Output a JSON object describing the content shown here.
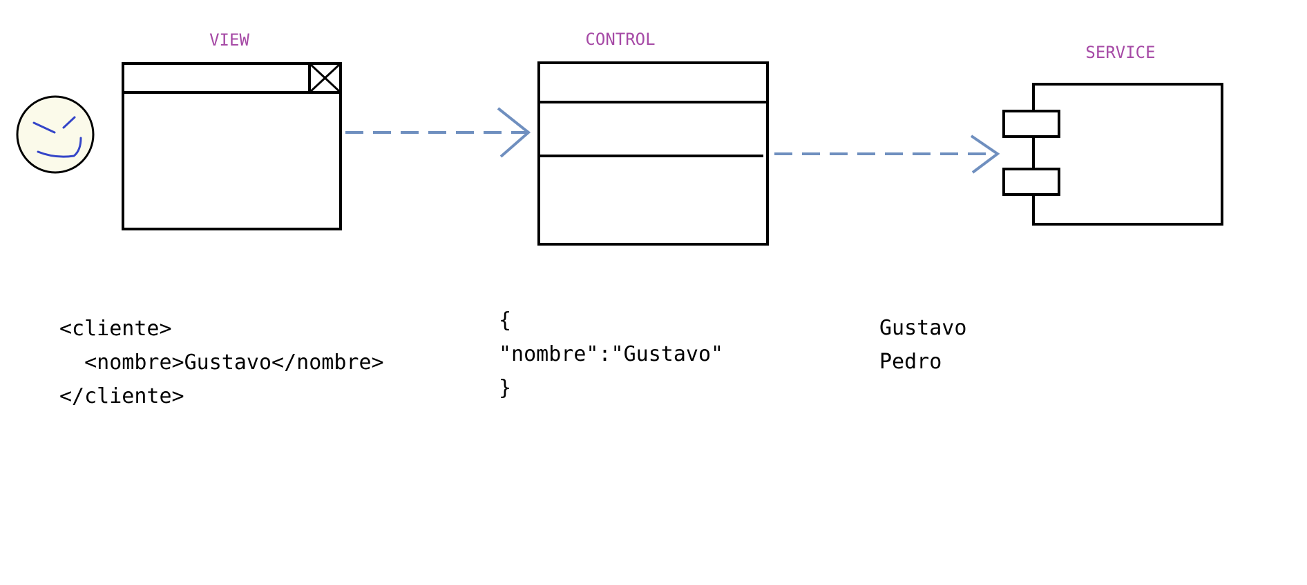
{
  "colors": {
    "label": "#a64aa6",
    "stroke": "#000000",
    "arrow": "#6f8fbf",
    "face_fill": "#fbfaea",
    "face_stroke": "#3445c8"
  },
  "icons": {
    "user": "smiley-face-icon",
    "window_close": "close-box-icon"
  },
  "components": {
    "view": {
      "label": "VIEW"
    },
    "control": {
      "label": "CONTROL"
    },
    "service": {
      "label": "SERVICE"
    }
  },
  "code": {
    "view": [
      "<cliente>",
      "  <nombre>Gustavo</nombre>",
      "</cliente>"
    ],
    "control": [
      "{",
      "\"nombre\":\"Gustavo\"",
      "}"
    ],
    "service": [
      "Gustavo",
      "Pedro"
    ]
  }
}
